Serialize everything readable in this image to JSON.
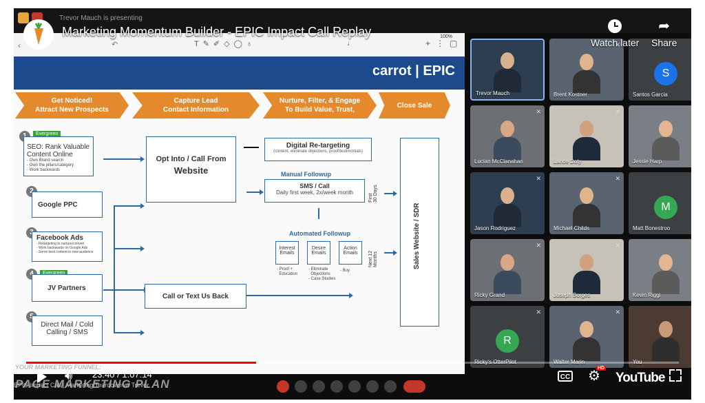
{
  "presenting_text": "Trevor Mauch is presenting",
  "video_title": "Marketing Momentum Builder - EPIC Impact Call Replay",
  "top_actions": {
    "watch_later": "Watch later",
    "share": "Share"
  },
  "slide": {
    "status": "100%",
    "logo": "carrot | EPIC",
    "stages": [
      "Get Noticed!\nAttract New Prospects",
      "Capture Lead\nContact Information",
      "Nurture, Filter, & Engage\nTo Build Value, Trust,",
      "Close Sale"
    ],
    "sources": [
      {
        "num": "1",
        "tag": "Evergreen",
        "title": "SEO: Rank Valuable Content Online",
        "notes": "- Own Brand search\n- Own the pillars/category\n- Work backwards"
      },
      {
        "num": "2",
        "tag": "",
        "title": "Google PPC",
        "notes": ""
      },
      {
        "num": "3",
        "tag": "",
        "title": "Facebook Ads",
        "notes": "- Retargeting to nurture/convert\n- Work backwards on Google Ads\n- Serve best content to new audience"
      },
      {
        "num": "4",
        "tag": "Evergreen",
        "title": "JV Partners",
        "notes": ""
      },
      {
        "num": "5",
        "tag": "",
        "title": "Direct Mail / Cold Calling / SMS",
        "notes": ""
      }
    ],
    "opt_into_1": "Opt Into / Call From",
    "opt_into_2": "Website",
    "call_back": "Call or Text Us Back",
    "retarget_title": "Digital Re-targeting",
    "retarget_sub": "(content, eliminate objections, proof/testimonials)",
    "manual_followup": "Manual Followup",
    "sms_title": "SMS / Call",
    "sms_sub": "Daily first week, 2x/week month",
    "first_30": "First\n30 Days",
    "automated_followup": "Automated Followup",
    "emails": [
      "Interest\nEmails",
      "Desire\nEmails",
      "Action\nEmails"
    ],
    "email_notes": [
      "- Proof +\n  Education",
      "- Eliminate\n  Objections\n- Case Studies",
      "- Buy"
    ],
    "next_12": "Next 12\nMonths",
    "sales_box": "Sales Website / SDR",
    "funnel_label": "YOUR MARKETING FUNNEL:",
    "plan_label": "PAGE MARKETING PLAN"
  },
  "participants": [
    {
      "name": "Trevor Mauch",
      "kind": "video",
      "active": true
    },
    {
      "name": "Brent Kostner",
      "kind": "video"
    },
    {
      "name": "Santos Garcia",
      "kind": "letter",
      "letter": "S",
      "color": "#1a73e8"
    },
    {
      "name": "Lucian McClanahan",
      "kind": "video"
    },
    {
      "name": "Lance Doty",
      "kind": "video"
    },
    {
      "name": "Jessie Harp",
      "kind": "video"
    },
    {
      "name": "Jason Rodriguez",
      "kind": "video"
    },
    {
      "name": "Michael Childs",
      "kind": "video"
    },
    {
      "name": "Matt Bonestroo",
      "kind": "letter",
      "letter": "M",
      "color": "#34a853"
    },
    {
      "name": "Ricky Grand",
      "kind": "video"
    },
    {
      "name": "Joseph Borges",
      "kind": "video"
    },
    {
      "name": "Kevin Riggi",
      "kind": "video"
    },
    {
      "name": "Ricky's OtterPilot",
      "kind": "letter",
      "letter": "R",
      "color": "#34a853"
    },
    {
      "name": "Walter Marin",
      "kind": "video"
    },
    {
      "name": "You",
      "kind": "video"
    }
  ],
  "player": {
    "time": "23:40 / 1:07:14",
    "played_fraction": 0.352,
    "buffered_fraction": 0.385,
    "hd_badge": "HD",
    "brand": "YouTube",
    "cc": "CC"
  },
  "footer_caption": "EPIC Impact Call | Marketing Teardown w/ Trevor",
  "colors": {
    "accent_orange": "#e48a2c",
    "slide_blue": "#1c4a8c",
    "progress_red": "#ff0000"
  }
}
